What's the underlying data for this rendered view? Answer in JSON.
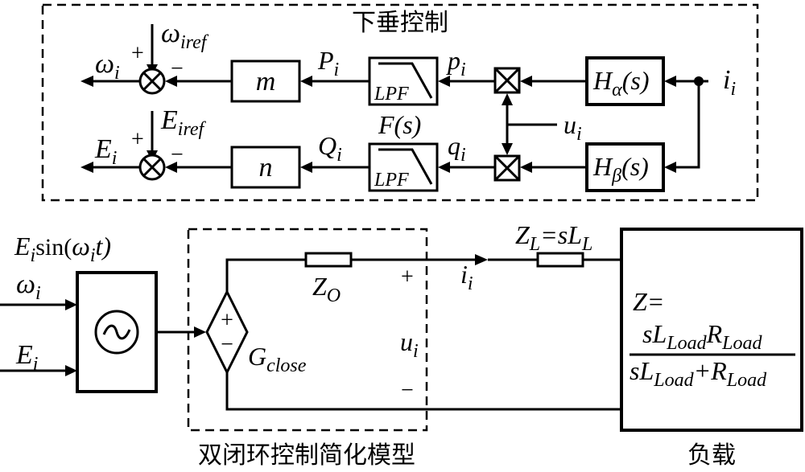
{
  "droop": {
    "title": "下垂控制",
    "omega_ref": "ω",
    "omega_ref_sub": "iref",
    "E_ref": "E",
    "E_ref_sub": "iref",
    "omega_out": "ω",
    "omega_out_sub": "i",
    "E_out": "E",
    "E_out_sub": "i",
    "plus": "+",
    "minus": "−",
    "gain_m": "m",
    "gain_n": "n",
    "P": "P",
    "P_sub": "i",
    "Q": "Q",
    "Q_sub": "i",
    "p": "p",
    "p_sub": "i",
    "q": "q",
    "q_sub": "i",
    "lpf": "LPF",
    "F_label": "F(s)",
    "H_alpha": "H",
    "H_alpha_sub": "α",
    "H_alpha_arg": "(s)",
    "H_beta": "H",
    "H_beta_sub": "β",
    "H_beta_arg": "(s)",
    "u": "u",
    "u_sub": "i",
    "i": "i",
    "i_sub": "i"
  },
  "circuit": {
    "source_E": "E",
    "source_E_sub": "i",
    "source_sin": "sin(",
    "source_omega": "ω",
    "source_omega_sub": "i",
    "source_t": "t)",
    "in_omega": "ω",
    "in_omega_sub": "i",
    "in_E": "E",
    "in_E_sub": "i",
    "G": "G",
    "G_sub": "close",
    "Zo": "Z",
    "Zo_sub": "O",
    "i": "i",
    "i_sub": "i",
    "plus": "+",
    "minus": "−",
    "u": "u",
    "u_sub": "i",
    "ZL": "Z",
    "ZL_sub": "L",
    "ZL_eq": "=s",
    "ZL_L": "L",
    "ZL_L_sub": "L",
    "load_Z": "Z=",
    "load_num_s": "sL",
    "load_num_sub1": "Load",
    "load_num_R": "R",
    "load_num_sub2": "Load",
    "load_den_s": "sL",
    "load_den_sub1": "Load",
    "load_den_plus": "+R",
    "load_den_sub2": "Load",
    "caption_model": "双闭环控制简化模型",
    "caption_load": "负载"
  }
}
